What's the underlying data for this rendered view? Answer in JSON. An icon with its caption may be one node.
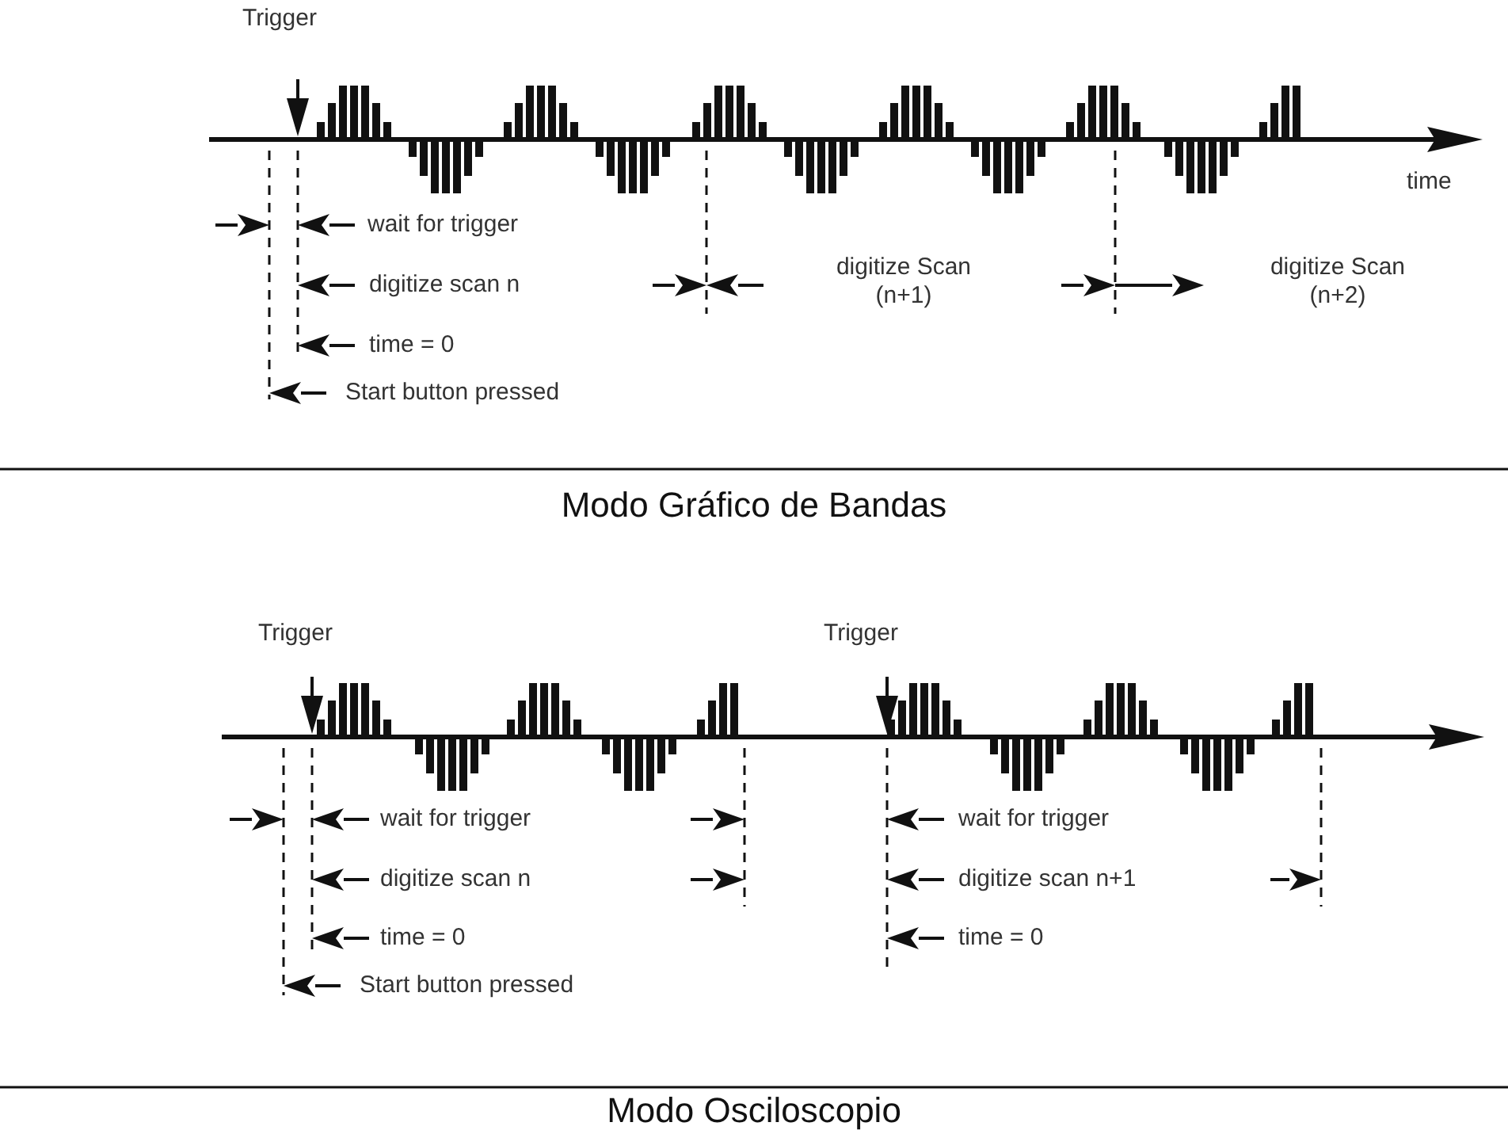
{
  "diagram": {
    "labels": [
      "Trigger",
      "time",
      "wait for trigger",
      "digitize scan n",
      "digitize Scan (n+1)",
      "digitize Scan (n+2)",
      "time = 0",
      "Start button pressed",
      "Modo Gráfico de Bandas",
      "Trigger",
      "Trigger",
      "wait for trigger",
      "wait for trigger",
      "digitize scan n",
      "digitize scan n+1",
      "time = 0",
      "time = 0",
      "Start button pressed",
      "Modo Osciloscopio"
    ]
  }
}
